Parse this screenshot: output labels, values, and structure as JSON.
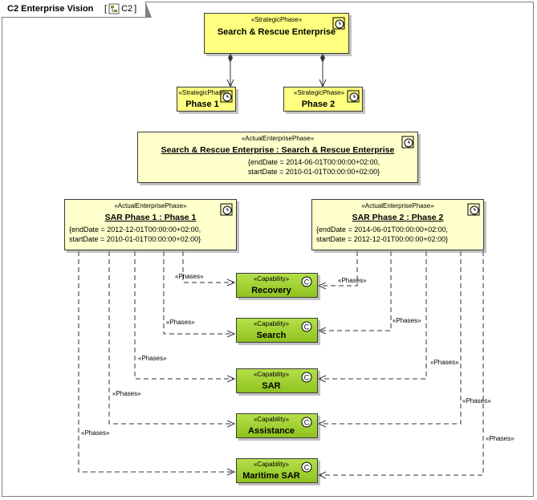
{
  "diagram": {
    "title": "C2 Enterprise Vision",
    "ref_open": "[",
    "ref_label": "C2",
    "ref_close": "]"
  },
  "nodes": {
    "root": {
      "stereotype": "«StrategicPhase»",
      "name": "Search & Rescue Enterprise"
    },
    "phase1": {
      "stereotype": "«StrategicPhase»",
      "name": "Phase 1"
    },
    "phase2": {
      "stereotype": "«StrategicPhase»",
      "name": "Phase 2"
    },
    "actual": {
      "stereotype": "«ActualEnterprisePhase»",
      "name": "Search & Rescue Enterprise : Search & Rescue Enterprise",
      "tag1": "{endDate = 2014-06-01T00:00:00+02:00,",
      "tag2": "startDate = 2010-01-01T00:00:00+02:00}"
    },
    "sar1": {
      "stereotype": "«ActualEnterprisePhase»",
      "name": "SAR Phase 1 : Phase 1",
      "tag1": "{endDate = 2012-12-01T00:00:00+02:00,",
      "tag2": "startDate = 2010-01-01T00:00:00+02:00}"
    },
    "sar2": {
      "stereotype": "«ActualEnterprisePhase»",
      "name": "SAR Phase 2 : Phase 2",
      "tag1": "{endDate = 2014-06-01T00:00:00+02:00,",
      "tag2": "startDate = 2012-12-01T00:00:00+02:00}"
    },
    "cap_recovery": {
      "stereotype": "«Capability»",
      "name": "Recovery"
    },
    "cap_search": {
      "stereotype": "«Capability»",
      "name": "Search"
    },
    "cap_sar": {
      "stereotype": "«Capability»",
      "name": "SAR"
    },
    "cap_assistance": {
      "stereotype": "«Capability»",
      "name": "Assistance"
    },
    "cap_maritime": {
      "stereotype": "«Capability»",
      "name": "Maritime SAR"
    }
  },
  "edge_label": "«Phases»",
  "colors": {
    "strategic_fill": "#ffff80",
    "actual_fill": "#ffffcc",
    "capability_fill": "#9acd32",
    "border": "#3b3b3b"
  },
  "icons": {
    "phase": "stopwatch-icon",
    "capability": "capability-c-icon",
    "diagram_ref": "diagram-icon"
  }
}
